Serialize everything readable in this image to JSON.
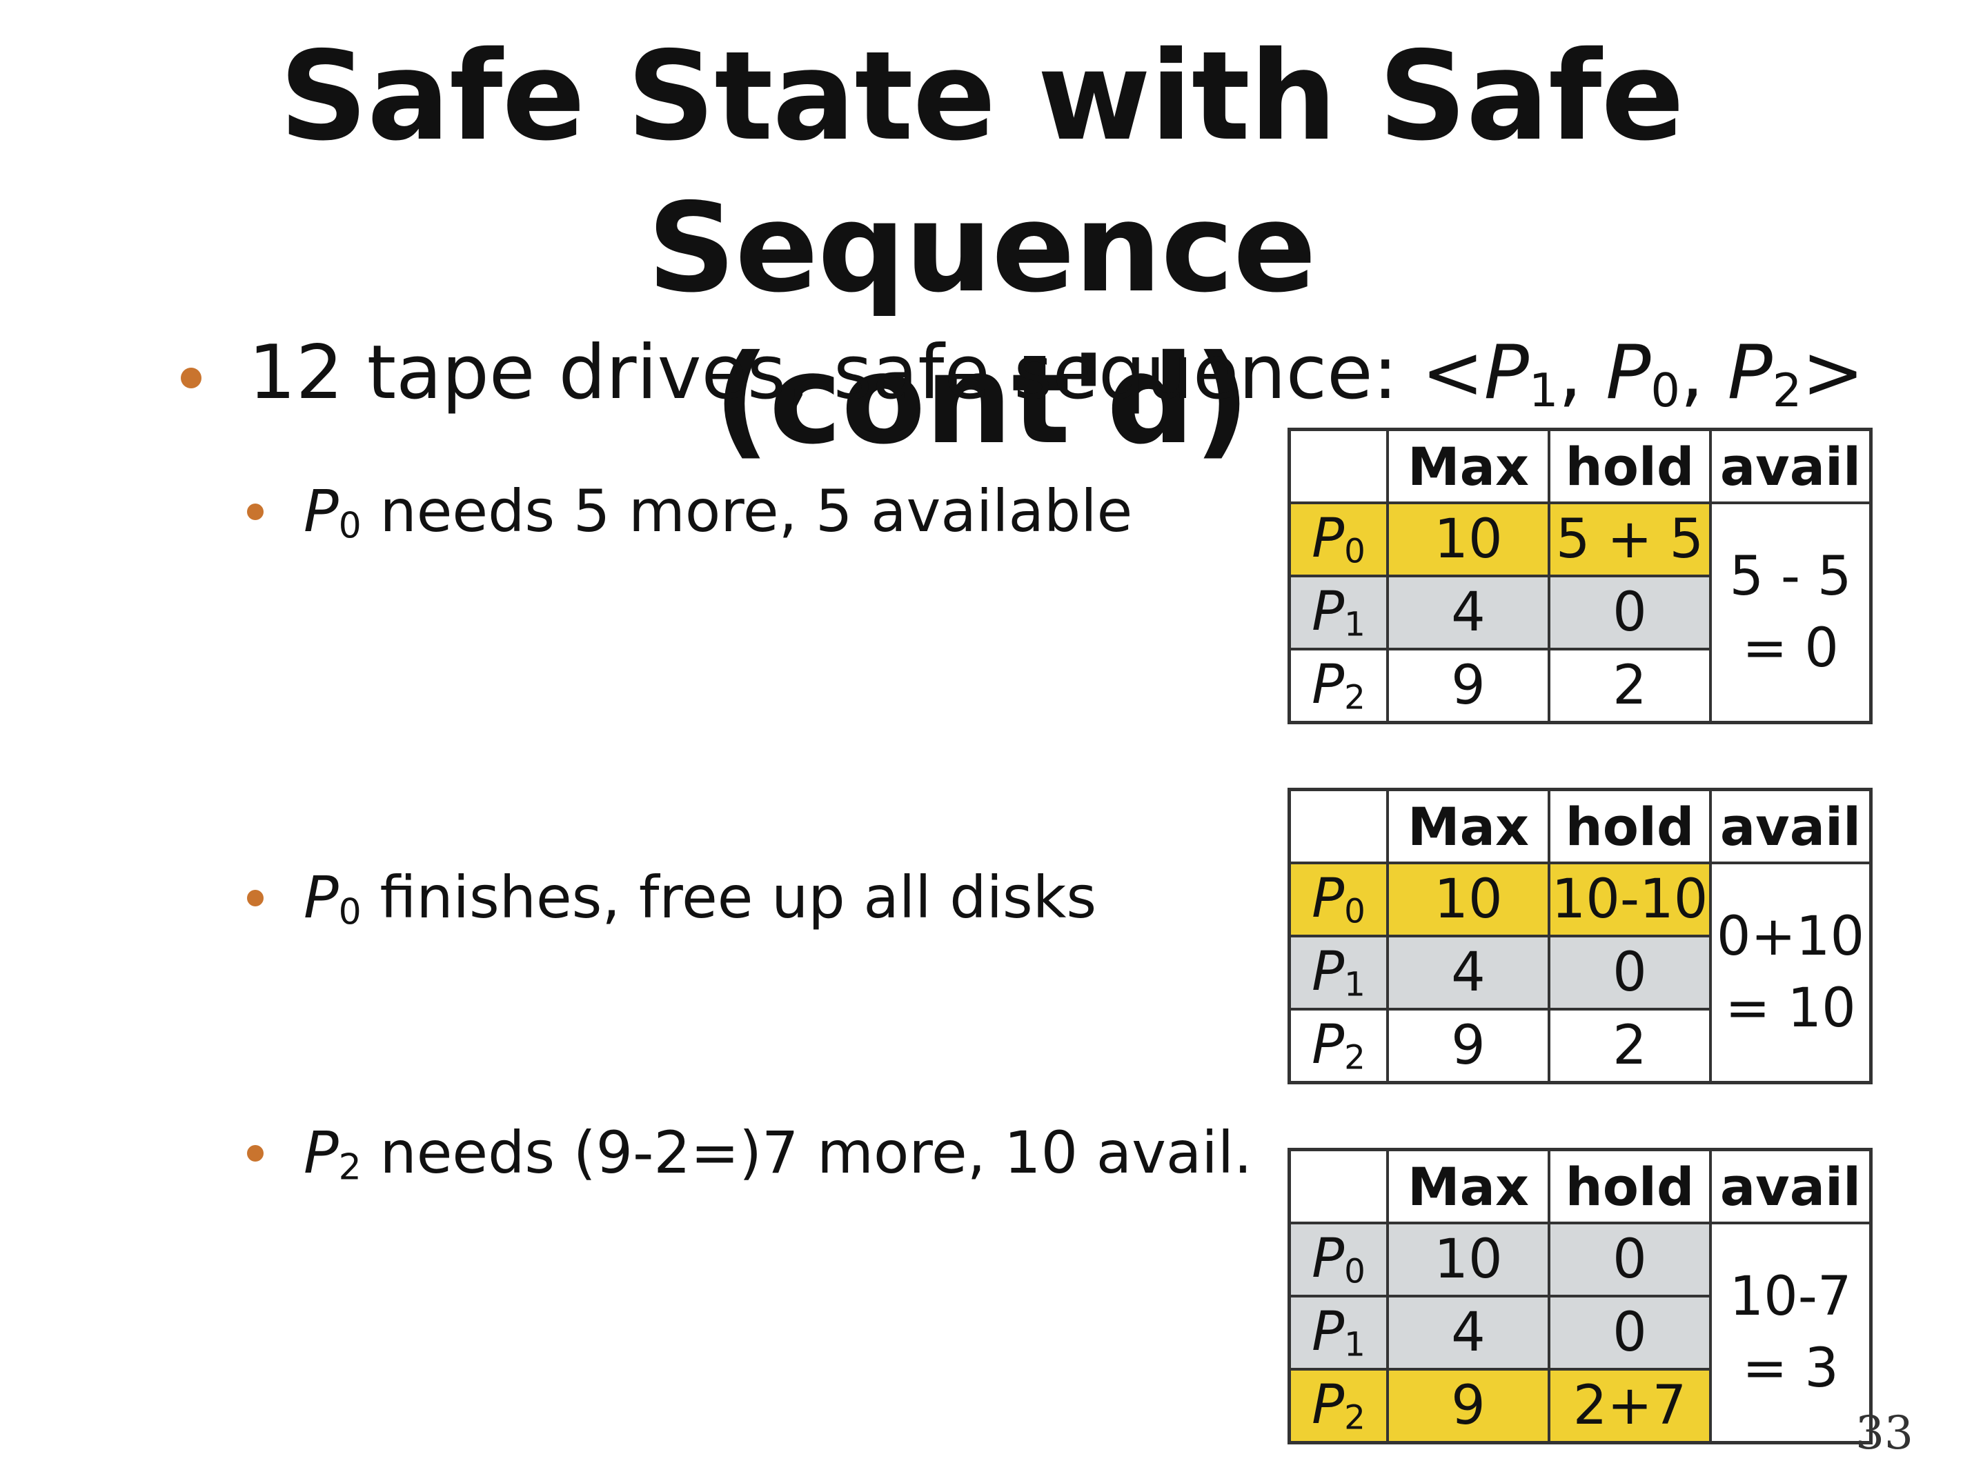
{
  "slide": {
    "title_line1": "Safe State with Safe Sequence",
    "title_line2": "(cont'd)",
    "bullet_main": {
      "text": "12 tape drives, safe sequence: <",
      "seq": [
        {
          "p": "P",
          "sub": "1",
          "sep": ", "
        },
        {
          "p": "P",
          "sub": "0",
          "sep": ", "
        },
        {
          "p": "P",
          "sub": "2",
          "sep": ">"
        }
      ]
    },
    "sub_bullets": [
      {
        "p": "P",
        "sub": "0",
        "text": " needs 5 more, 5 available"
      },
      {
        "p": "P",
        "sub": "0",
        "text": " finishes, free up all disks"
      },
      {
        "p": "P",
        "sub": "2",
        "text": " needs (9-2=)7 more, 10 avail."
      }
    ],
    "page_number": "33",
    "colors": {
      "highlight": "#f0d032",
      "grey": "#d5d8da",
      "bullet": "#c9742e"
    }
  },
  "tables": [
    {
      "headers": [
        "",
        "Max",
        "hold",
        "avail"
      ],
      "rows": [
        {
          "p": "P",
          "sub": "0",
          "max": "10",
          "hold": "5 + 5",
          "style": "hl"
        },
        {
          "p": "P",
          "sub": "1",
          "max": "4",
          "hold": "0",
          "style": "gr"
        },
        {
          "p": "P",
          "sub": "2",
          "max": "9",
          "hold": "2",
          "style": "plain"
        }
      ],
      "avail_line1": "5 - 5",
      "avail_line2": "= 0"
    },
    {
      "headers": [
        "",
        "Max",
        "hold",
        "avail"
      ],
      "rows": [
        {
          "p": "P",
          "sub": "0",
          "max": "10",
          "hold": "10-10",
          "style": "hl"
        },
        {
          "p": "P",
          "sub": "1",
          "max": "4",
          "hold": "0",
          "style": "gr"
        },
        {
          "p": "P",
          "sub": "2",
          "max": "9",
          "hold": "2",
          "style": "plain"
        }
      ],
      "avail_line1": "0+10",
      "avail_line2": "= 10"
    },
    {
      "headers": [
        "",
        "Max",
        "hold",
        "avail"
      ],
      "rows": [
        {
          "p": "P",
          "sub": "0",
          "max": "10",
          "hold": "0",
          "style": "gr"
        },
        {
          "p": "P",
          "sub": "1",
          "max": "4",
          "hold": "0",
          "style": "gr"
        },
        {
          "p": "P",
          "sub": "2",
          "max": "9",
          "hold": "2+7",
          "style": "hl"
        }
      ],
      "avail_line1": "10-7",
      "avail_line2": "= 3"
    }
  ]
}
